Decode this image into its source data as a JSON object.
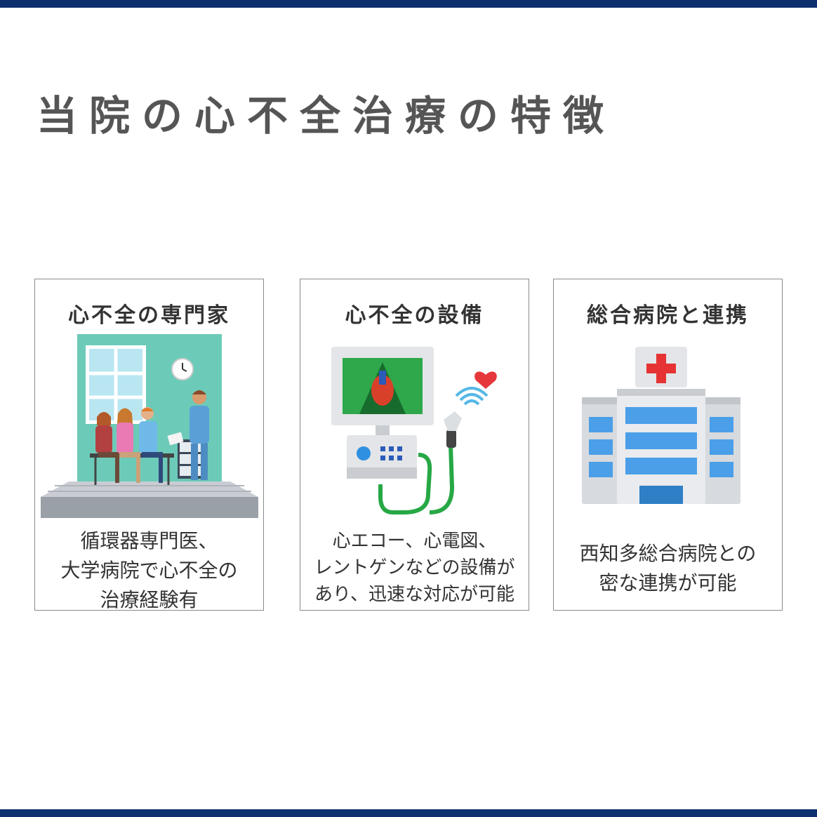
{
  "page": {
    "title": "当院の心不全治療の特徴"
  },
  "cards": [
    {
      "title": "心不全の専門家",
      "desc": [
        "循環器専門医、",
        "大学病院で心不全の",
        "治療経験有"
      ],
      "illustration": "waiting-room-doctor-patients"
    },
    {
      "title": "心不全の設備",
      "desc": [
        "心エコー、心電図、",
        "レントゲンなどの設備が",
        "あり、迅速な対応が可能"
      ],
      "illustration": "ultrasound-machine"
    },
    {
      "title": "総合病院と連携",
      "desc": [
        "西知多総合病院との",
        "密な連携が可能"
      ],
      "illustration": "hospital-building"
    }
  ],
  "colors": {
    "bar": "#0d2f6e",
    "title_text": "#555555",
    "card_border": "#8a8a8a",
    "teal_wall": "#6ccbb8",
    "screen_green": "#2ea84a",
    "hospital_blue": "#4a9fe8",
    "cross_red": "#e63232"
  }
}
